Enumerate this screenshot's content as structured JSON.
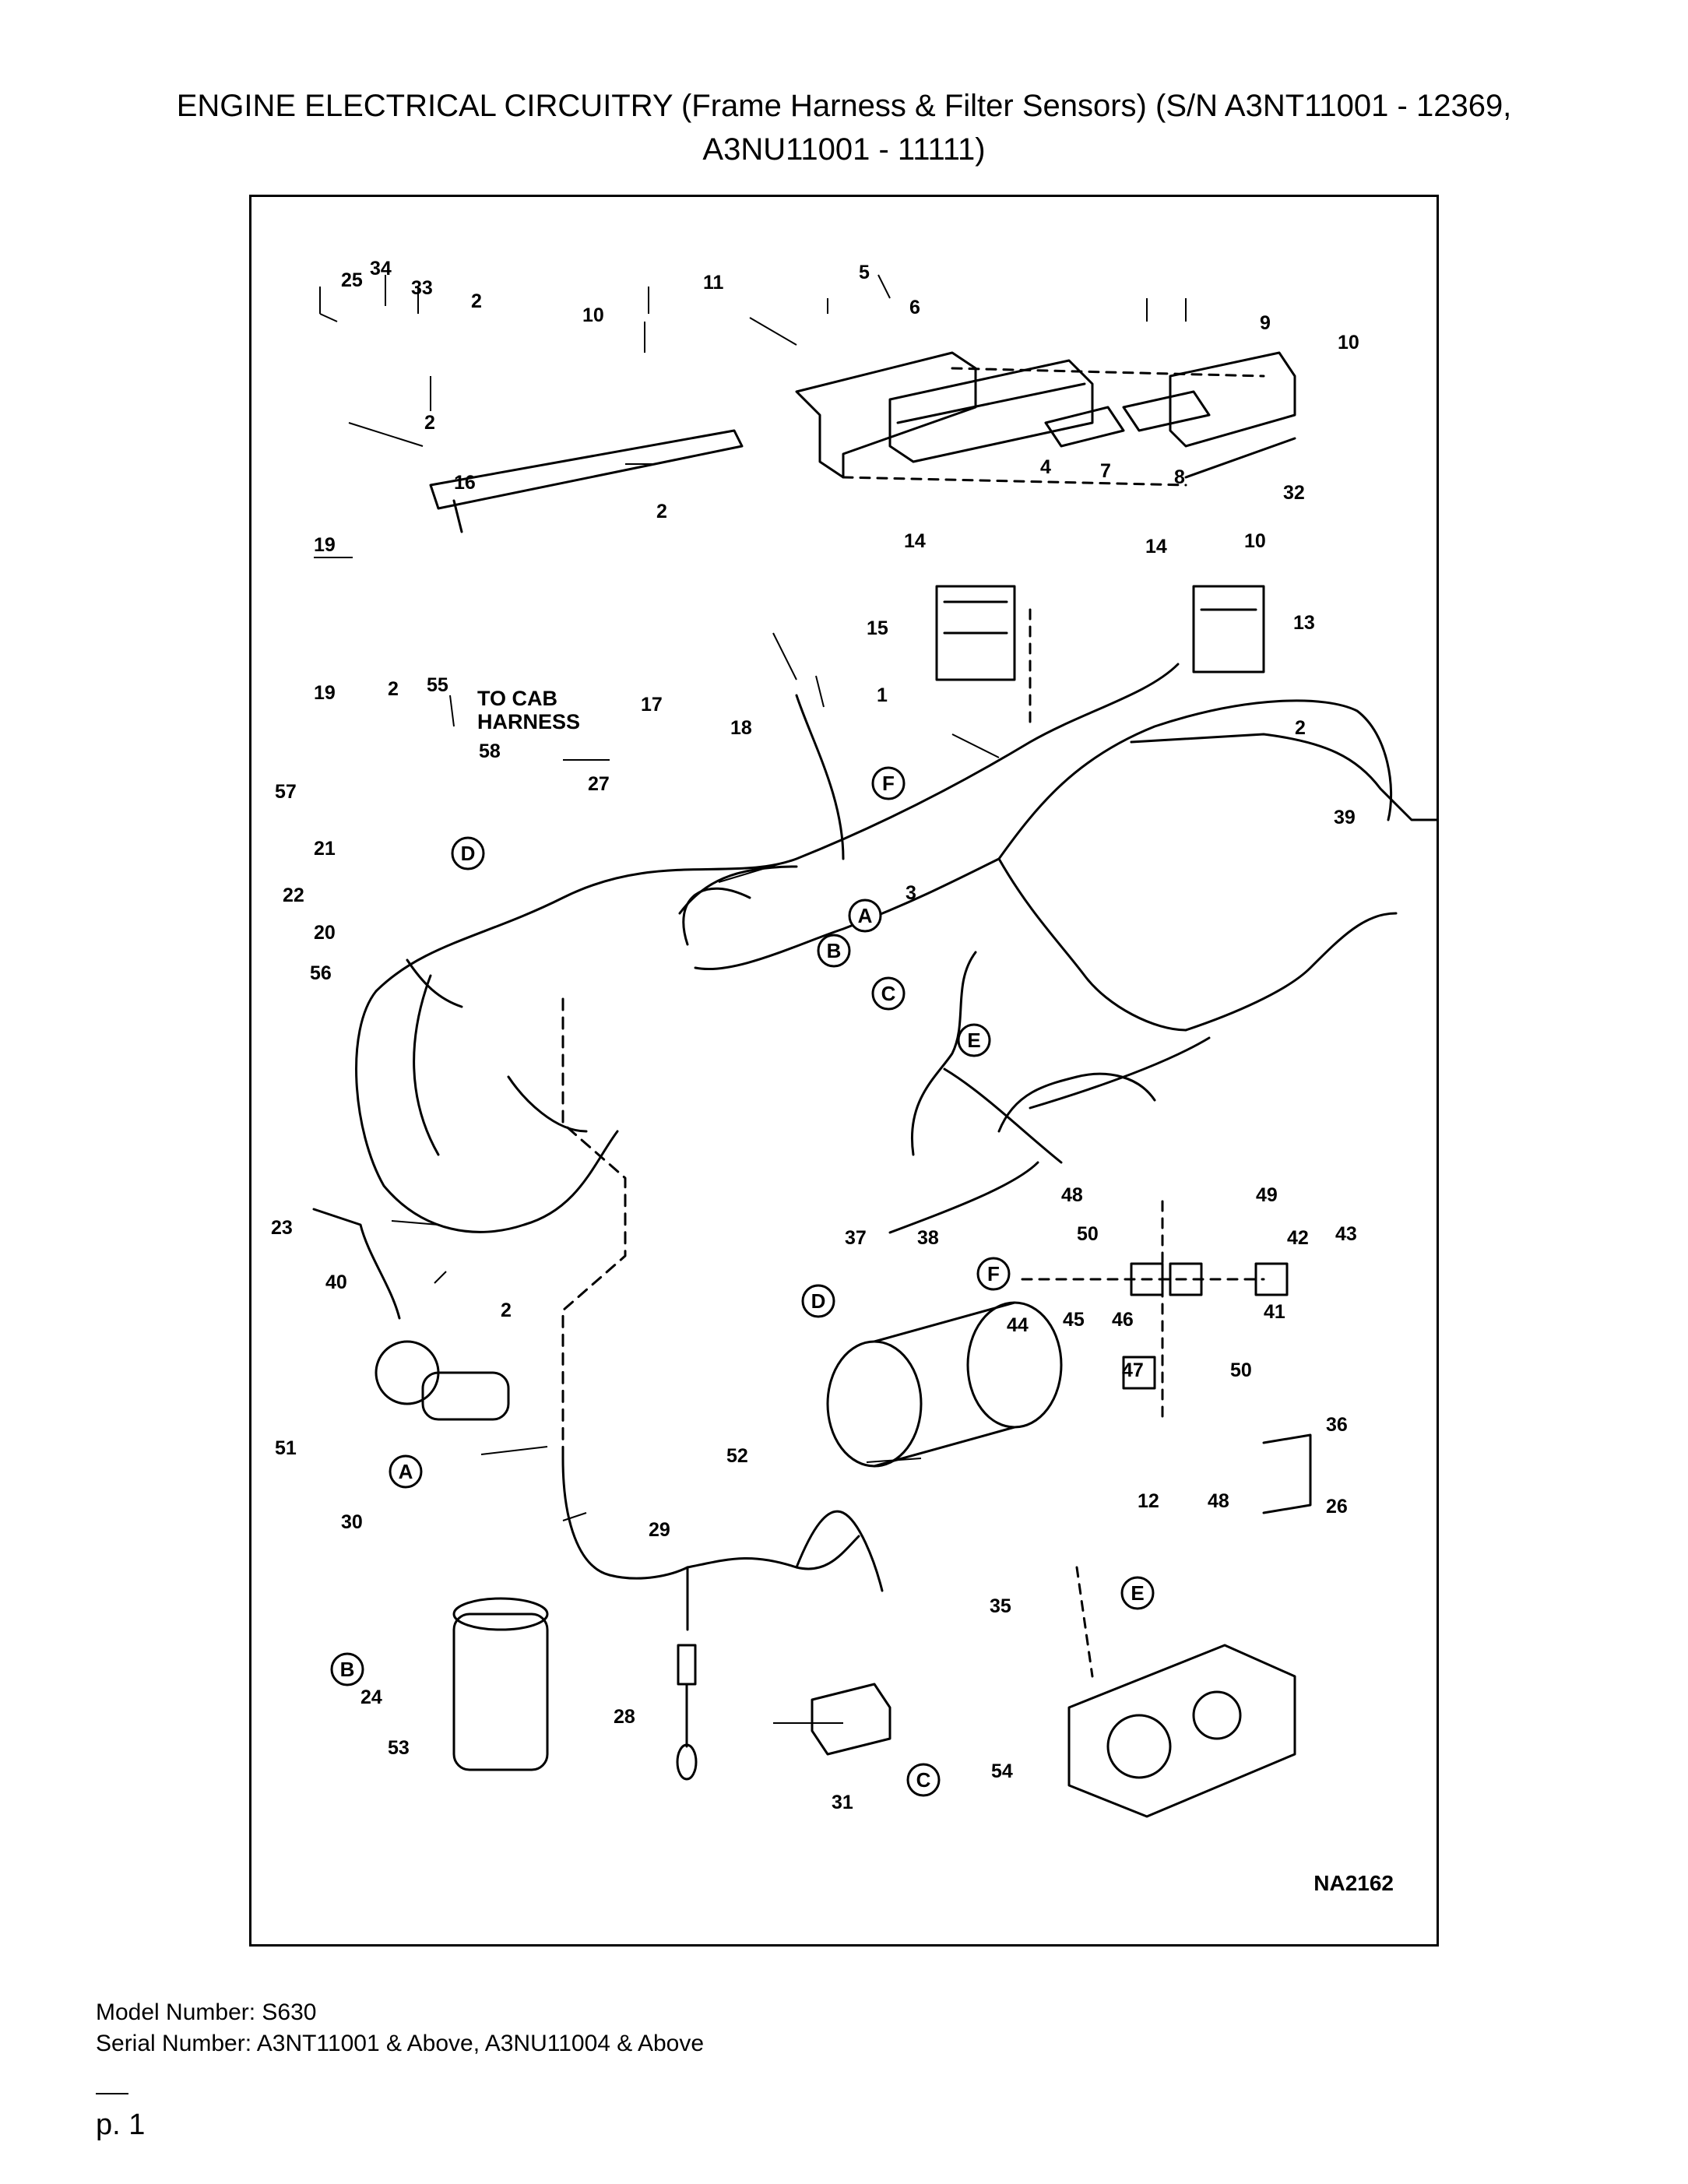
{
  "page_title": {
    "line1": "ENGINE ELECTRICAL CIRCUITRY (Frame Harness & Filter Sensors) (S/N A3NT11001 - 12369,",
    "line2": "A3NU11001 - 11111)"
  },
  "diagram": {
    "figure_id": "NA2162",
    "note": [
      "TO CAB",
      "HARNESS"
    ],
    "callouts": [
      "1",
      "2",
      "3",
      "4",
      "5",
      "6",
      "7",
      "8",
      "9",
      "10",
      "11",
      "12",
      "13",
      "14",
      "15",
      "16",
      "17",
      "18",
      "19",
      "20",
      "21",
      "22",
      "23",
      "24",
      "25",
      "26",
      "27",
      "28",
      "29",
      "30",
      "31",
      "32",
      "33",
      "34",
      "35",
      "36",
      "37",
      "38",
      "39",
      "40",
      "41",
      "42",
      "43",
      "44",
      "45",
      "46",
      "47",
      "48",
      "49",
      "50",
      "51",
      "52",
      "53",
      "54",
      "55",
      "56",
      "57",
      "58"
    ],
    "connectors": [
      "A",
      "B",
      "C",
      "D",
      "E",
      "F"
    ]
  },
  "footer": {
    "model": "Model Number: S630",
    "serial": "Serial Number: A3NT11001 & Above, A3NU11004 & Above",
    "page": "p. 1"
  }
}
